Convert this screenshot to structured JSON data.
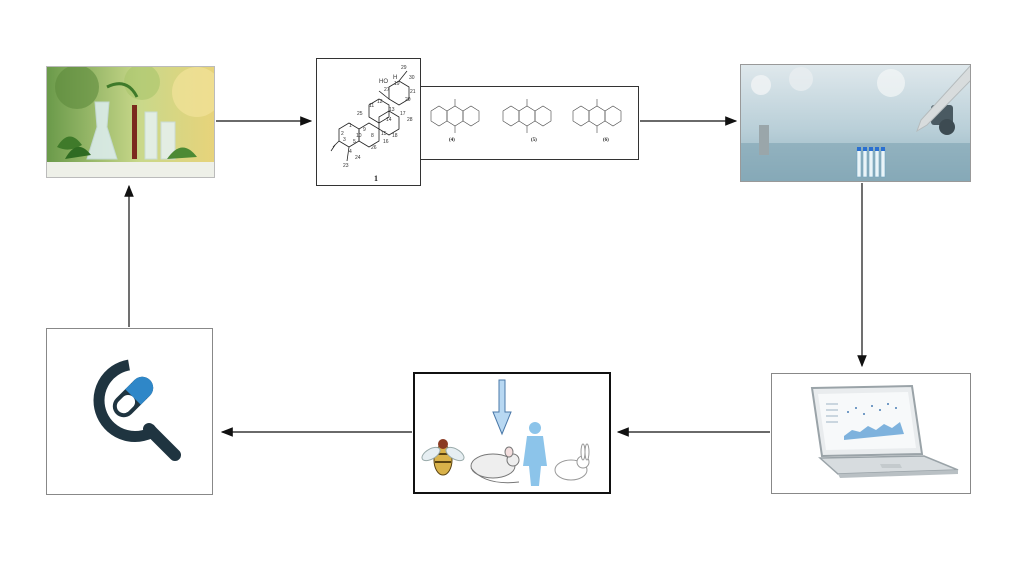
{
  "steps": [
    {
      "id": "plants",
      "icon": "plant-lab-photo-icon"
    },
    {
      "id": "structures",
      "icon": "chemical-structure-icon"
    },
    {
      "id": "screening",
      "icon": "lab-pipette-photo-icon"
    },
    {
      "id": "analysis",
      "icon": "laptop-chart-icon"
    },
    {
      "id": "models",
      "icon": "animal-models-icon"
    },
    {
      "id": "drug",
      "icon": "drug-discovery-icon"
    }
  ],
  "structure": {
    "compound_label": "1",
    "numbers": [
      "29",
      "30",
      "19",
      "27",
      "21",
      "20",
      "25",
      "11",
      "13",
      "17",
      "12",
      "28",
      "14",
      "1",
      "9",
      "18",
      "10",
      "8",
      "2",
      "15",
      "16",
      "3",
      "5",
      "26",
      "4",
      "24",
      "23"
    ],
    "ho": "HO",
    "h": "H"
  },
  "anthraquinones": {
    "labels": [
      "(4)",
      "(5)",
      "(6)"
    ]
  },
  "colors": {
    "arrow": "#111111",
    "drug_dark": "#1f3440",
    "drug_blue": "#2f87c8",
    "human_blue": "#8cc4ea",
    "down_arrow_fill": "#b8d8f2"
  }
}
